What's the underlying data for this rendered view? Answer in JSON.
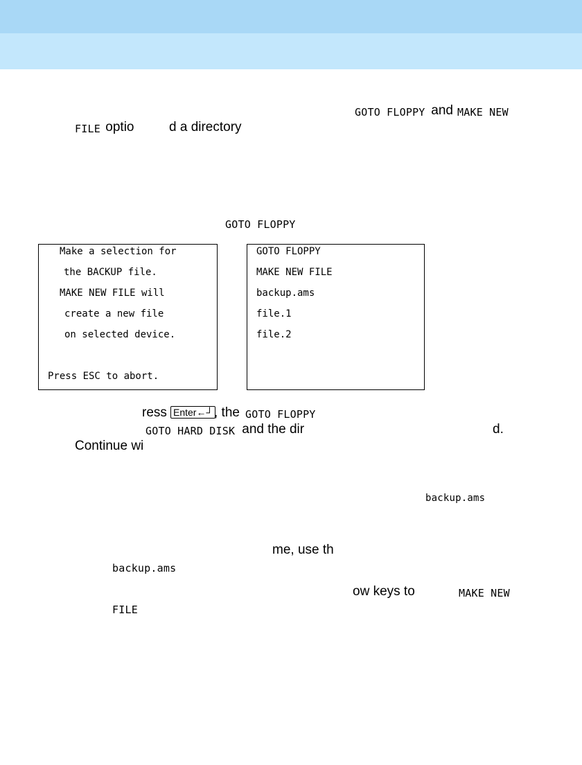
{
  "header": {
    "top_color": "#a9d8f6",
    "bottom_color": "#c3e7fc"
  },
  "text": {
    "l1_a": "GOTO FLOPPY",
    "l1_b": " and ",
    "l1_c": "MAKE NEW",
    "l2_a": "FILE",
    "l2_b": " optio",
    "l2_c": "d a directory",
    "goto_floppy_heading": "GOTO FLOPPY",
    "l3_a": "ress ",
    "enter_key": "Enter←┘",
    "l3_b": ", the ",
    "l3_c": "GOTO FLOPPY",
    "l4_a": "GOTO HARD DISK",
    "l4_b": " and the dir",
    "l4_c": "d.",
    "l5": "Continue wi",
    "backup_right": "backup.ams",
    "l6": "me, use th",
    "backup_left": "backup.ams",
    "l7_a": "ow keys to",
    "l7_b": "MAKE NEW",
    "l8": "FILE"
  },
  "left_box": {
    "lines": [
      "Make a selection for",
      "the BACKUP file.",
      "MAKE NEW FILE will",
      "create a new file",
      "on selected device.",
      "Press ESC to abort."
    ]
  },
  "right_box": {
    "items": [
      "GOTO FLOPPY",
      "MAKE NEW FILE",
      "backup.ams",
      "file.1",
      "file.2"
    ]
  }
}
